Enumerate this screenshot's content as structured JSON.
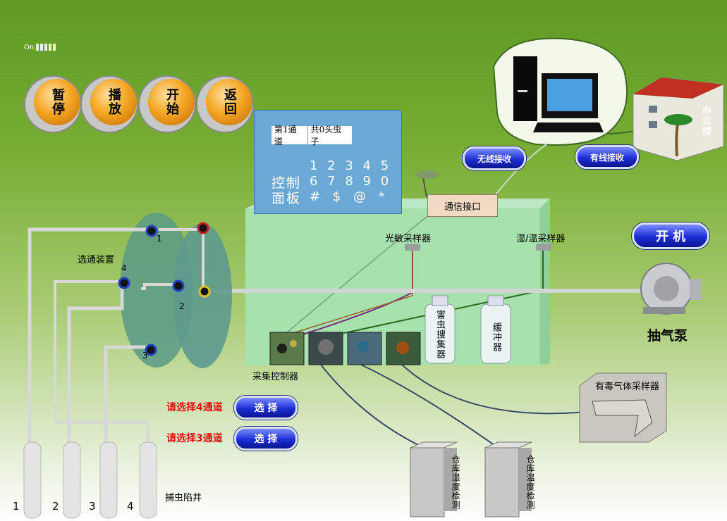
{
  "top_status": "On",
  "controls": {
    "pause": "暂停",
    "play": "播放",
    "start": "开始",
    "back": "返回"
  },
  "panel": {
    "channel": "第1通道",
    "count": "共0头虫子",
    "row1": "1 2 3 4 5",
    "row2": "6 7 8 9 0",
    "row3": "# $ @ *",
    "label1": "控制",
    "label2": "面板"
  },
  "labels": {
    "comm": "通信接口",
    "wireless": "无线接收",
    "wired": "有线接收",
    "office": "办公楼",
    "light_sampler": "光敏采样器",
    "humid_sampler": "湿/温采样器",
    "power": "开 机",
    "pump": "抽气泵",
    "selector": "选通装置",
    "acq_ctrl": "采集控制器",
    "pest_collector": "害虫搜集器",
    "buffer": "缓冲器",
    "toxic": "有毒气体采样器",
    "humid_detect": "仓库湿度检测",
    "temp_detect": "仓库温度检测",
    "trap": "捕虫陷井"
  },
  "select": {
    "prompt4": "请选择4通道",
    "prompt3": "请选择3通道",
    "btn": "选 择"
  },
  "port_numbers": [
    "1",
    "2",
    "3",
    "4"
  ],
  "trap_numbers": [
    "1",
    "2",
    "3",
    "4"
  ]
}
